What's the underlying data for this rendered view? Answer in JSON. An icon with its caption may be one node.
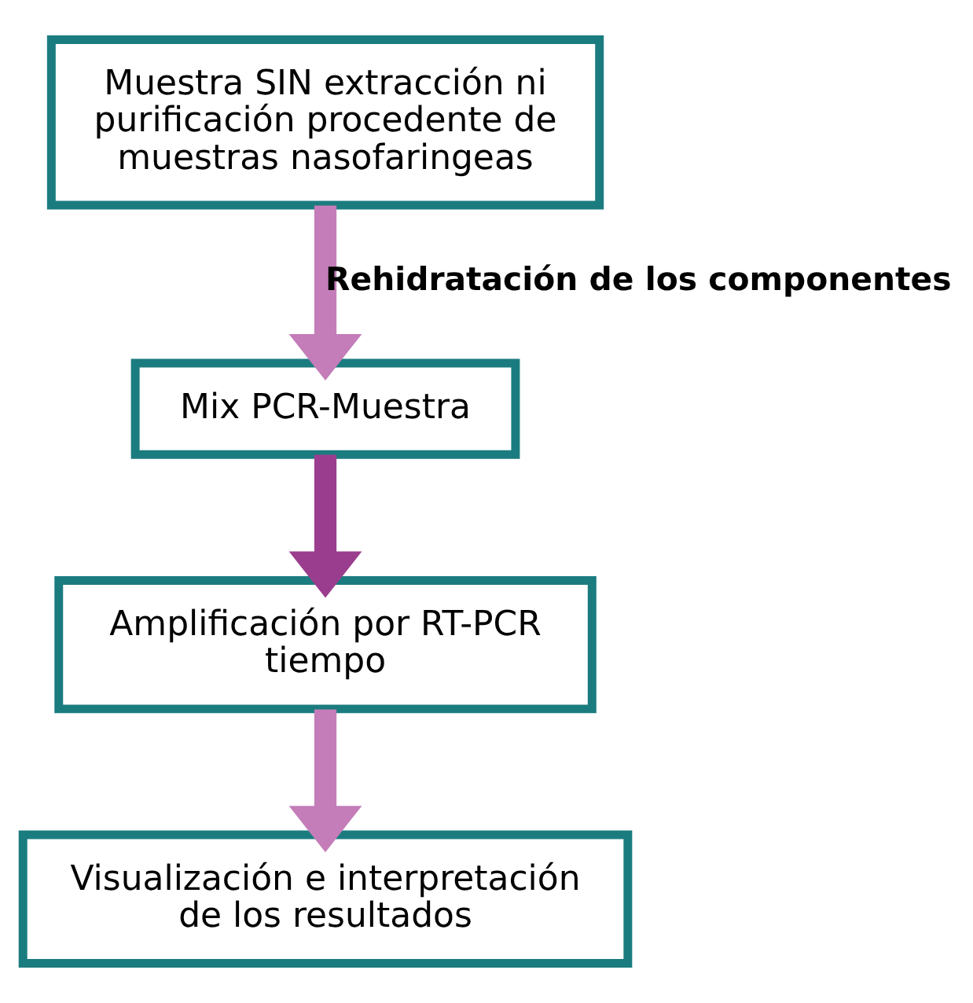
{
  "diagram": {
    "nodes": [
      {
        "text": [
          "Muestra SIN extracción ni purificación procedente de muestras nasofaringeas"
        ]
      },
      {
        "text": [
          "Mix PCR-Muestra"
        ]
      },
      {
        "text": [
          "Amplificación por RT-PCR tiempo"
        ]
      },
      {
        "text": [
          "Visualización e interpretación de los resultados"
        ]
      }
    ],
    "edges": [
      {
        "from": 0,
        "to": 1,
        "arrow": "to",
        "label": "Rehidratación de los componentes"
      },
      {
        "from": 1,
        "to": 2,
        "arrow": "to",
        "color": "#9b3d8e"
      },
      {
        "from": 2,
        "to": 3,
        "arrow": "to"
      }
    ]
  }
}
